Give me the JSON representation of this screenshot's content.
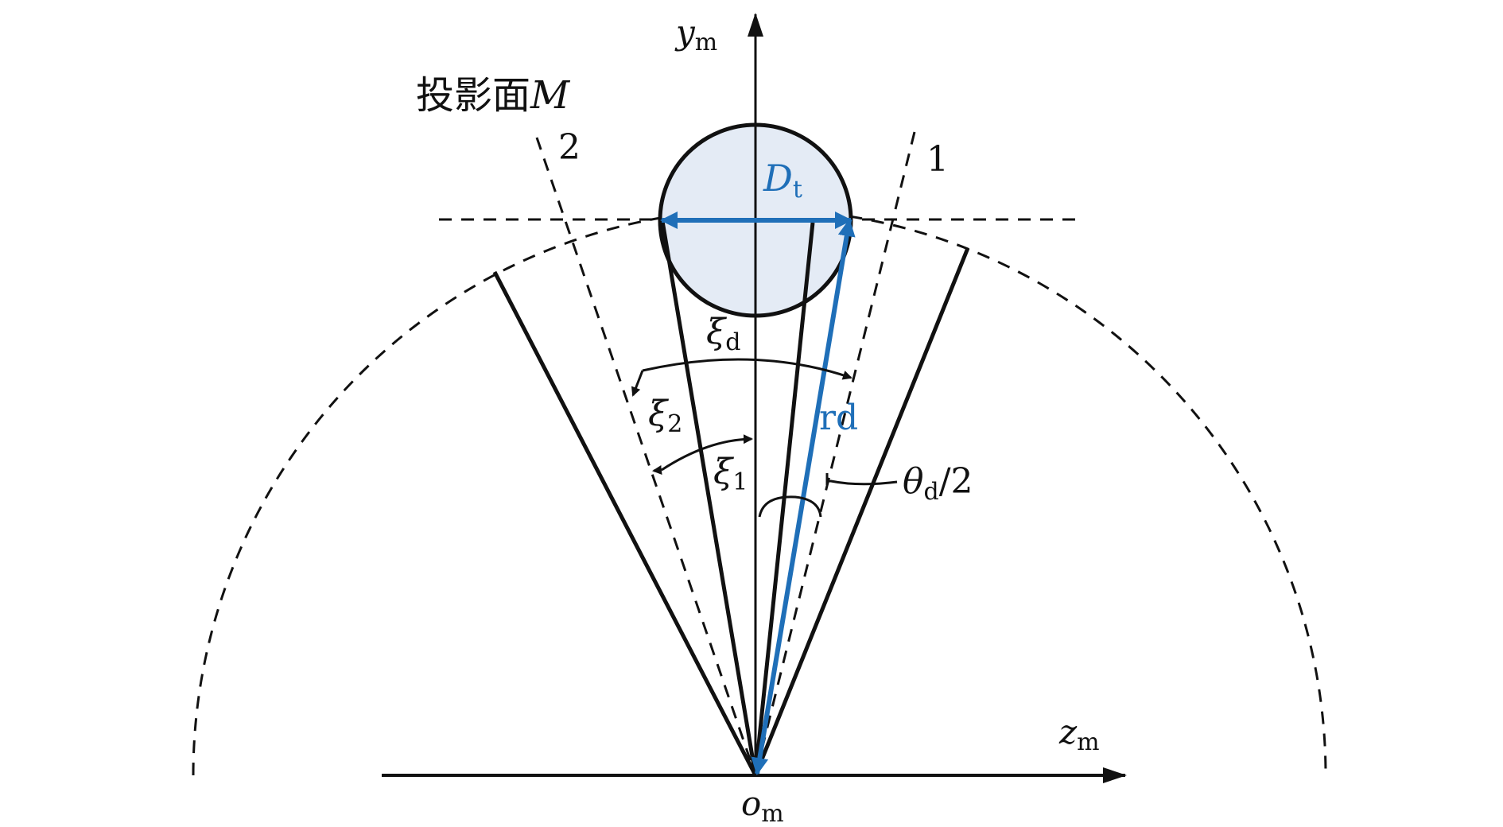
{
  "colors": {
    "line": "#111111",
    "accent": "#1f6fb8",
    "circle_fill": "#e4ebf5"
  },
  "labels": {
    "y_axis": {
      "main": "y",
      "sub": "m"
    },
    "z_axis": {
      "main": "z",
      "sub": "m"
    },
    "origin": {
      "main": "o",
      "sub": "m"
    },
    "projection_plane": {
      "main": "投影面",
      "italic": "M"
    },
    "line_1": "1",
    "line_2": "2",
    "diameter": {
      "main": "D",
      "sub": "t"
    },
    "xi_d": {
      "main": "ξ",
      "sub": "d"
    },
    "xi_2": {
      "main": "ξ",
      "sub": "2"
    },
    "xi_1": {
      "main": "ξ",
      "sub": "1"
    },
    "radius": "rd",
    "theta": {
      "main": "θ",
      "sub": "d",
      "suffix": "/2"
    }
  }
}
